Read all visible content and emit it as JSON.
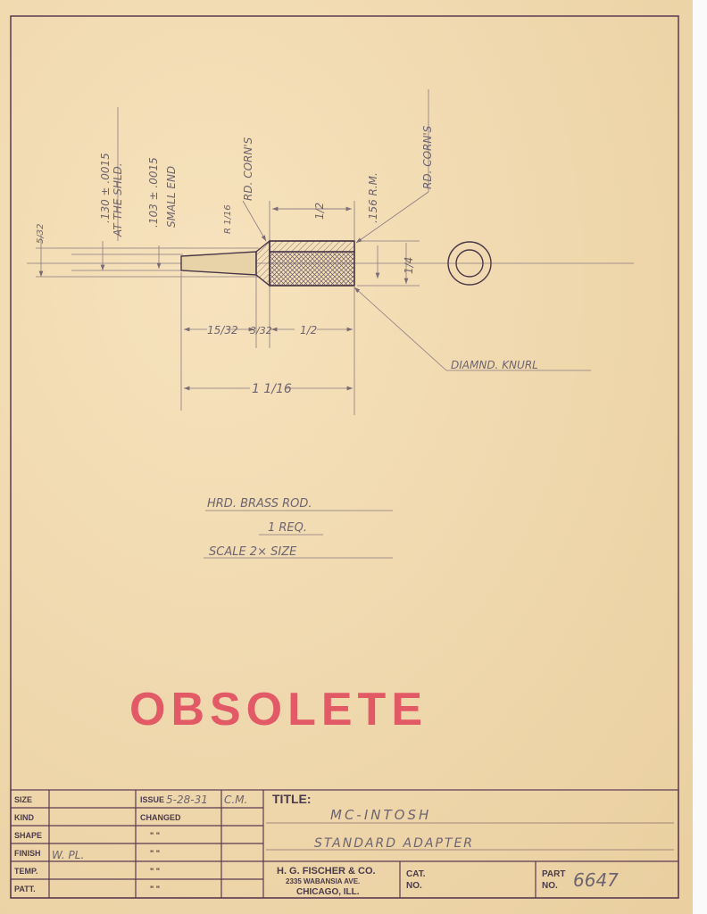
{
  "drawing": {
    "dimensions": {
      "shoulder_dia": ".130 ± .0015",
      "shoulder_note": "AT THE SHLD.",
      "small_end_dia": ".103 ± .0015",
      "small_end_note": "SMALL END",
      "overall_height": "5/32",
      "fillet_radius": "R 1/16",
      "rd_corners_1": "RD. CORN'S",
      "rd_corners_2": "RD. CORN'S",
      "rim_dia": ".156 R.M.",
      "body_length_top": "1/2",
      "body_dia": "1/4",
      "tip_length": "15/32",
      "shoulder_length": "3/32",
      "body_length": "1/2",
      "overall_length": "1 1/16",
      "knurl_note": "DIAMND. KNURL"
    },
    "notes": {
      "material": "HRD. BRASS ROD.",
      "quantity": "1 REQ.",
      "scale": "SCALE 2× SIZE"
    },
    "stamp": "OBSOLETE"
  },
  "title_block": {
    "labels": [
      "SIZE",
      "KIND",
      "SHAPE",
      "FINISH",
      "TEMP.",
      "PATT."
    ],
    "values": [
      "",
      "",
      "",
      "W. PL.",
      "",
      ""
    ],
    "issue_label": "ISSUE",
    "issue_date": "5-28-31",
    "issue_initials": "C.M.",
    "changed_label": "CHANGED",
    "ditto": "\"  \"",
    "title_label": "TITLE:",
    "title_line1": "MC-INTOSH",
    "title_line2": "STANDARD ADAPTER",
    "company": "H. G. FISCHER & CO.",
    "address": "2335 WABANSIA AVE.",
    "city": "CHICAGO, ILL.",
    "cat_label": "CAT.",
    "no_label": "NO.",
    "part_label": "PART",
    "part_no_label": "NO.",
    "part_number": "6647"
  }
}
